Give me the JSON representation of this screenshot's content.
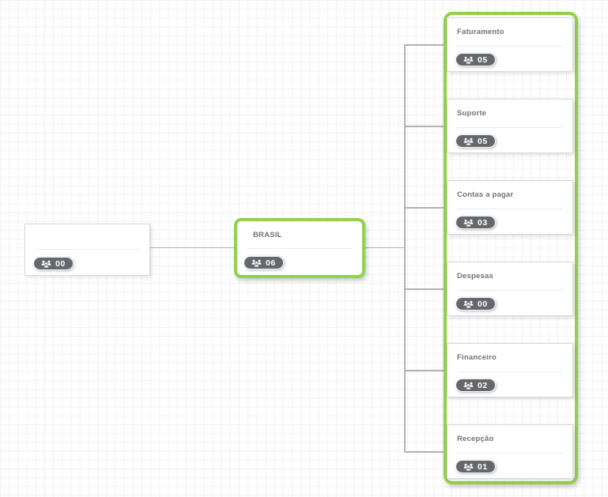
{
  "app": {
    "name": "organization-chart"
  },
  "colors": {
    "highlight_green": "#92d14c",
    "badge_background": "#64686c",
    "badge_text": "#ffffff",
    "connector_line": "#b2b2b2",
    "card_border": "#d8d8d8",
    "title_text": "#6f7276",
    "grid_line": "#f1f1f5"
  },
  "icons": {
    "members": "users-icon"
  },
  "nodes": {
    "root": {
      "title": "",
      "count": "00"
    },
    "parent": {
      "title": "BRASIL",
      "count": "06"
    },
    "children": [
      {
        "title": "Faturamento",
        "count": "05"
      },
      {
        "title": "Suporte",
        "count": "05"
      },
      {
        "title": "Contas a pagar",
        "count": "03"
      },
      {
        "title": "Despesas",
        "count": "00"
      },
      {
        "title": "Financeiro",
        "count": "02"
      },
      {
        "title": "Recepção",
        "count": "01"
      }
    ]
  }
}
